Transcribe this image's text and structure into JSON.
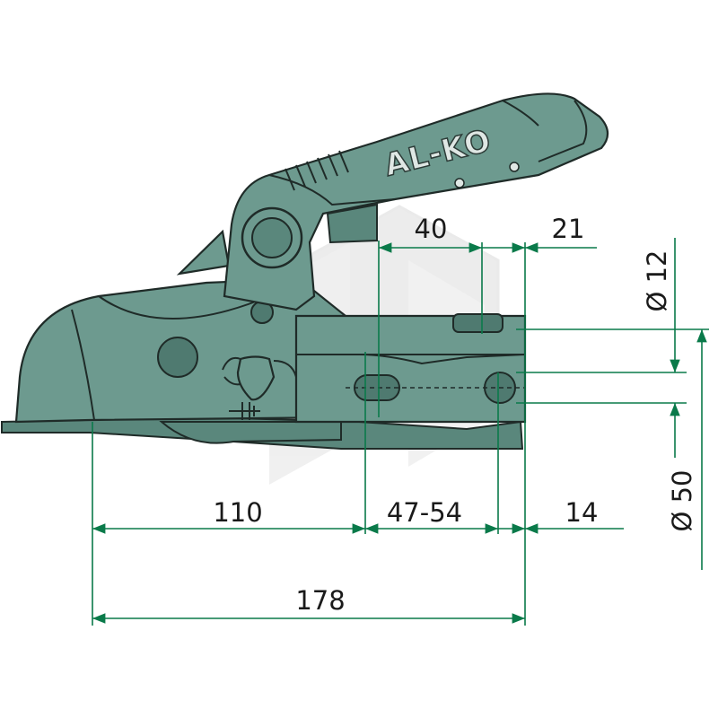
{
  "product": {
    "brand_logo": "AL-KO"
  },
  "dimensions": {
    "top_left": "40",
    "top_right": "21",
    "diameter_small": "Ø 12",
    "diameter_large": "Ø 50",
    "bottom_left": "110",
    "bottom_middle": "47-54",
    "bottom_right": "14",
    "overall_length": "178"
  },
  "colors": {
    "dimension_lines": "#0a7a4a",
    "body": "#6d9a8f",
    "outline": "#1f2b28"
  }
}
